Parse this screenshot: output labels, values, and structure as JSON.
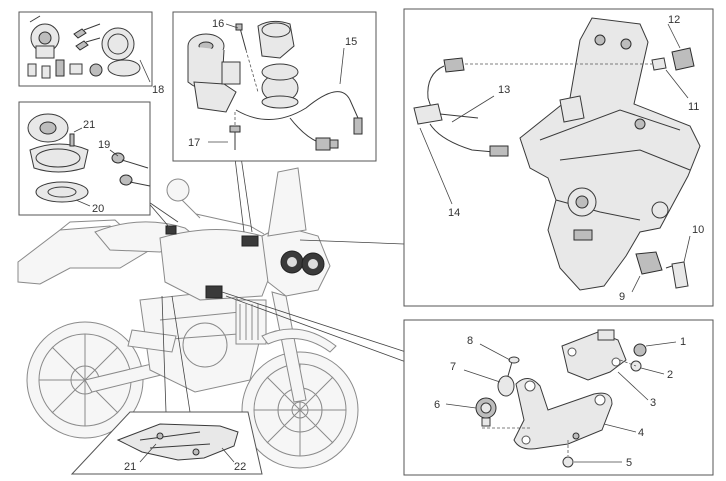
{
  "diagram": {
    "callouts": {
      "c1": "1",
      "c2": "2",
      "c3": "3",
      "c4": "4",
      "c5": "5",
      "c6": "6",
      "c7": "7",
      "c8": "8",
      "c9": "9",
      "c10": "10",
      "c11": "11",
      "c12": "12",
      "c13": "13",
      "c14": "14",
      "c15": "15",
      "c16": "16",
      "c17": "17",
      "c18": "18",
      "c19": "19",
      "c20": "20",
      "c21a": "21",
      "c21b": "21",
      "c22": "22"
    }
  }
}
